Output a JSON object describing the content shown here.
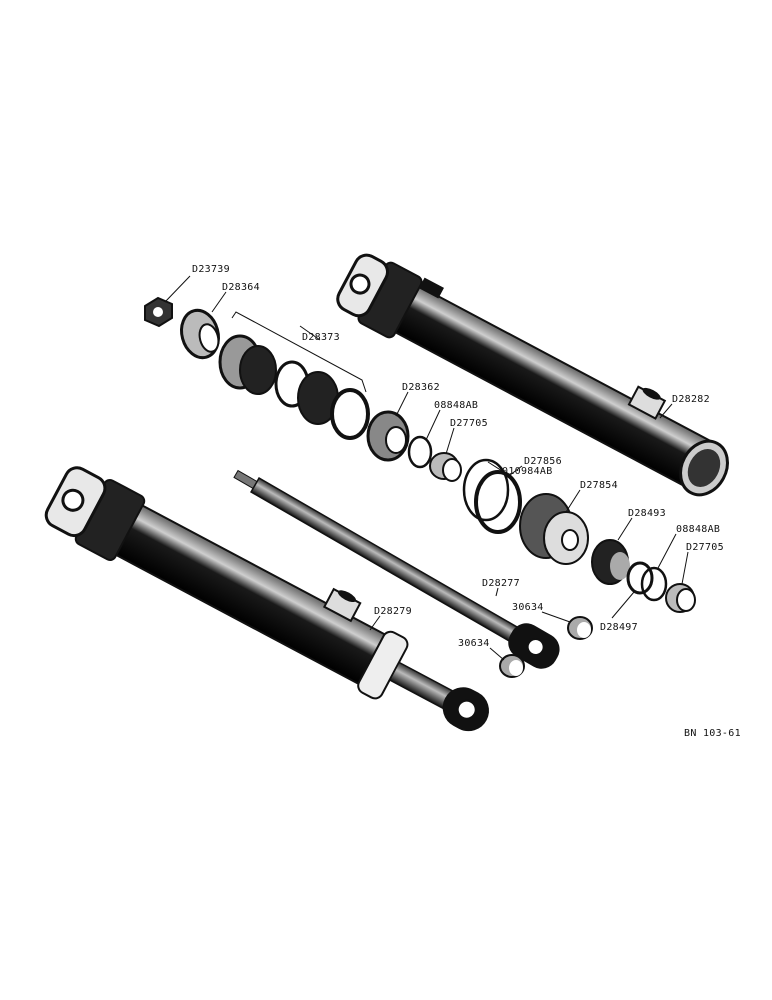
{
  "part_labels": {
    "d23739": "D23739",
    "d28364": "D28364",
    "d28373": "D28373",
    "d28362": "D28362",
    "o8848ab_top": "08848AB",
    "d27705_top": "D27705",
    "o10984ab": "010984AB",
    "d27856": "D27856",
    "d27854": "D27854",
    "d28493": "D28493",
    "o8848ab_right": "08848AB",
    "d27705_right": "D27705",
    "d28497": "D28497",
    "d28282": "D28282",
    "d28277": "D28277",
    "s30634_right": "30634",
    "s30634_left": "30634",
    "d28279": "D28279"
  },
  "figure_code": "BN 103-61",
  "colors": {
    "ink": "#111111",
    "paper": "#ffffff",
    "shade": "#555555"
  }
}
